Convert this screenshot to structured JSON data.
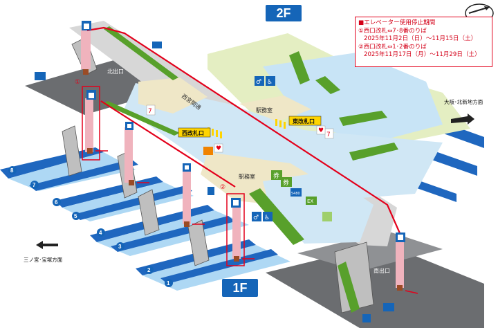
{
  "floors": {
    "upper": "2F",
    "lower": "1F"
  },
  "notice": {
    "title": "■エレベーター使用停止期間",
    "item1": "①西口改札⇔7･8番のりば",
    "item1_dates": "2025年11月2日（日）〜11月15日（土）",
    "item2": "②西口改札⇔1･2番のりば",
    "item2_dates": "2025年11月17日（月）〜11月29日（土）"
  },
  "labels": {
    "north_exit": "北出口",
    "south_exit": "南出口",
    "west_gate": "西改札口",
    "east_gate": "東改札口",
    "station_office_upper": "駅務室",
    "station_office_lower": "駅務室",
    "corridor": "西宮間通",
    "to_osaka": "大阪･北新地方面",
    "to_sannomiya": "三ノ宮･宝塚方面",
    "marker_1": "①",
    "marker_2": "②"
  },
  "platforms": [
    "1",
    "2",
    "3",
    "4",
    "5",
    "6",
    "7",
    "8"
  ],
  "icons": {
    "ticket": "券",
    "ticket2": "券",
    "exp": "EX",
    "ic": "5480"
  },
  "colors": {
    "floor_badge": "#1565b8",
    "alert_red": "#e3001b",
    "platform_blue": "#1f67bf",
    "platform_light": "#aed8f4",
    "concourse": "#d0e7f5",
    "gate_yellow": "#ffd400",
    "escalator_green": "#58a02b"
  }
}
